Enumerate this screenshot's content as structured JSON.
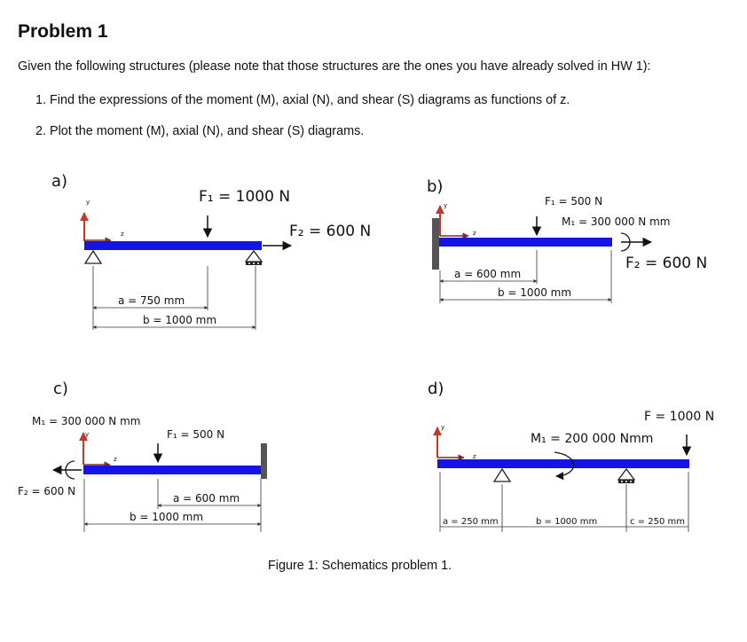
{
  "problem": {
    "title": "Problem 1",
    "intro": "Given the following structures (please note that those structures are the ones you have already solved in HW 1):",
    "items": [
      "1.  Find the expressions of the moment (M), axial (N), and shear (S) diagrams as functions of z.",
      "2.  Plot the moment (M), axial (N), and shear (S) diagrams."
    ],
    "caption": "Figure 1: Schematics problem 1."
  },
  "figures": {
    "a": {
      "label": "a)",
      "f1": "F₁ = 1000 N",
      "f2": "F₂ = 600 N",
      "dim_a": "a = 750 mm",
      "dim_b": "b = 1000 mm",
      "axis_y": "y",
      "axis_z": "z"
    },
    "b": {
      "label": "b)",
      "f1": "F₁ = 500 N",
      "m1": "M₁ = 300 000 N mm",
      "f2": "F₂ = 600 N",
      "dim_a": "a = 600 mm",
      "dim_b": "b = 1000 mm",
      "axis_y": "y",
      "axis_z": "z"
    },
    "c": {
      "label": "c)",
      "m1": "M₁ = 300 000 N mm",
      "f1": "F₁ = 500 N",
      "f2": "F₂ = 600 N",
      "dim_a": "a = 600 mm",
      "dim_b": "b = 1000 mm",
      "axis_y": "y",
      "axis_z": "z"
    },
    "d": {
      "label": "d)",
      "f": "F = 1000 N",
      "m1": "M₁ = 200 000 Nmm",
      "dim_a": "a = 250 mm",
      "dim_b": "b = 1000 mm",
      "dim_c": "c = 250 mm",
      "axis_y": "y",
      "axis_z": "z"
    }
  },
  "colors": {
    "beam": "#1414e6",
    "axis_y": "#c0392b",
    "axis_z": "#7a2e2e",
    "text": "#111111"
  }
}
